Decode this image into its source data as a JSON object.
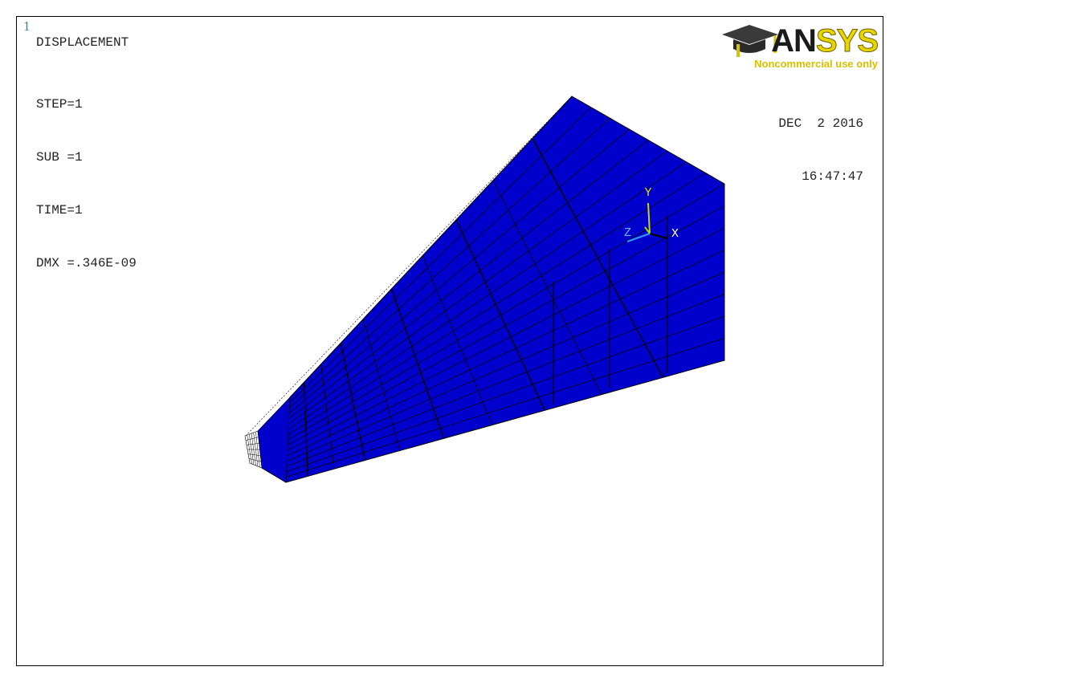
{
  "window": {
    "number": "1"
  },
  "result": {
    "label": "DISPLACEMENT",
    "step": "STEP=1",
    "sub": "SUB =1",
    "time": "TIME=1",
    "dmx": "DMX =.346E-09"
  },
  "timestamp": {
    "date": "DEC  2 2016",
    "time": "16:47:47"
  },
  "logo": {
    "word_an": "AN",
    "word_sys": "SYS",
    "note": "Noncommercial use only"
  },
  "triad": {
    "x": "X",
    "y": "Y",
    "z": "Z"
  },
  "colors": {
    "mesh_fill": "#0000cc",
    "mesh_line": "#000000",
    "background": "#ffffff",
    "frame": "#000000",
    "triad_x": "#ffffff",
    "triad_y": "#c8d400",
    "triad_z": "#3399ff"
  }
}
